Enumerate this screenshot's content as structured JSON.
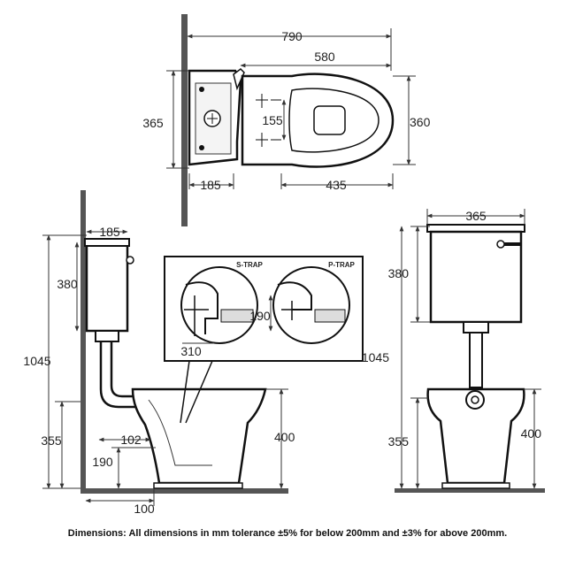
{
  "plan": {
    "overall_length": "790",
    "pan_length": "580",
    "cistern_width": "365",
    "pan_width": "360",
    "fixing_spacing": "155",
    "cistern_depth": "185",
    "pan_front_length": "435"
  },
  "side": {
    "cistern_depth": "185",
    "cistern_height": "380",
    "overall_height": "1045",
    "pan_height": "400",
    "inlet_height": "355",
    "outlet_projection": "102",
    "outlet_height": "190",
    "wall_to_outlet": "100"
  },
  "detail": {
    "s_trap_label": "S-TRAP",
    "p_trap_label": "P-TRAP",
    "p_trap_height": "190",
    "s_trap_setout": "310"
  },
  "front": {
    "cistern_width": "365",
    "cistern_height": "380",
    "overall_height": "1045",
    "inlet_height": "355",
    "pan_height": "400"
  },
  "caption": "Dimensions: All dimensions in mm tolerance ±5% for below 200mm and ±3% for above 200mm."
}
